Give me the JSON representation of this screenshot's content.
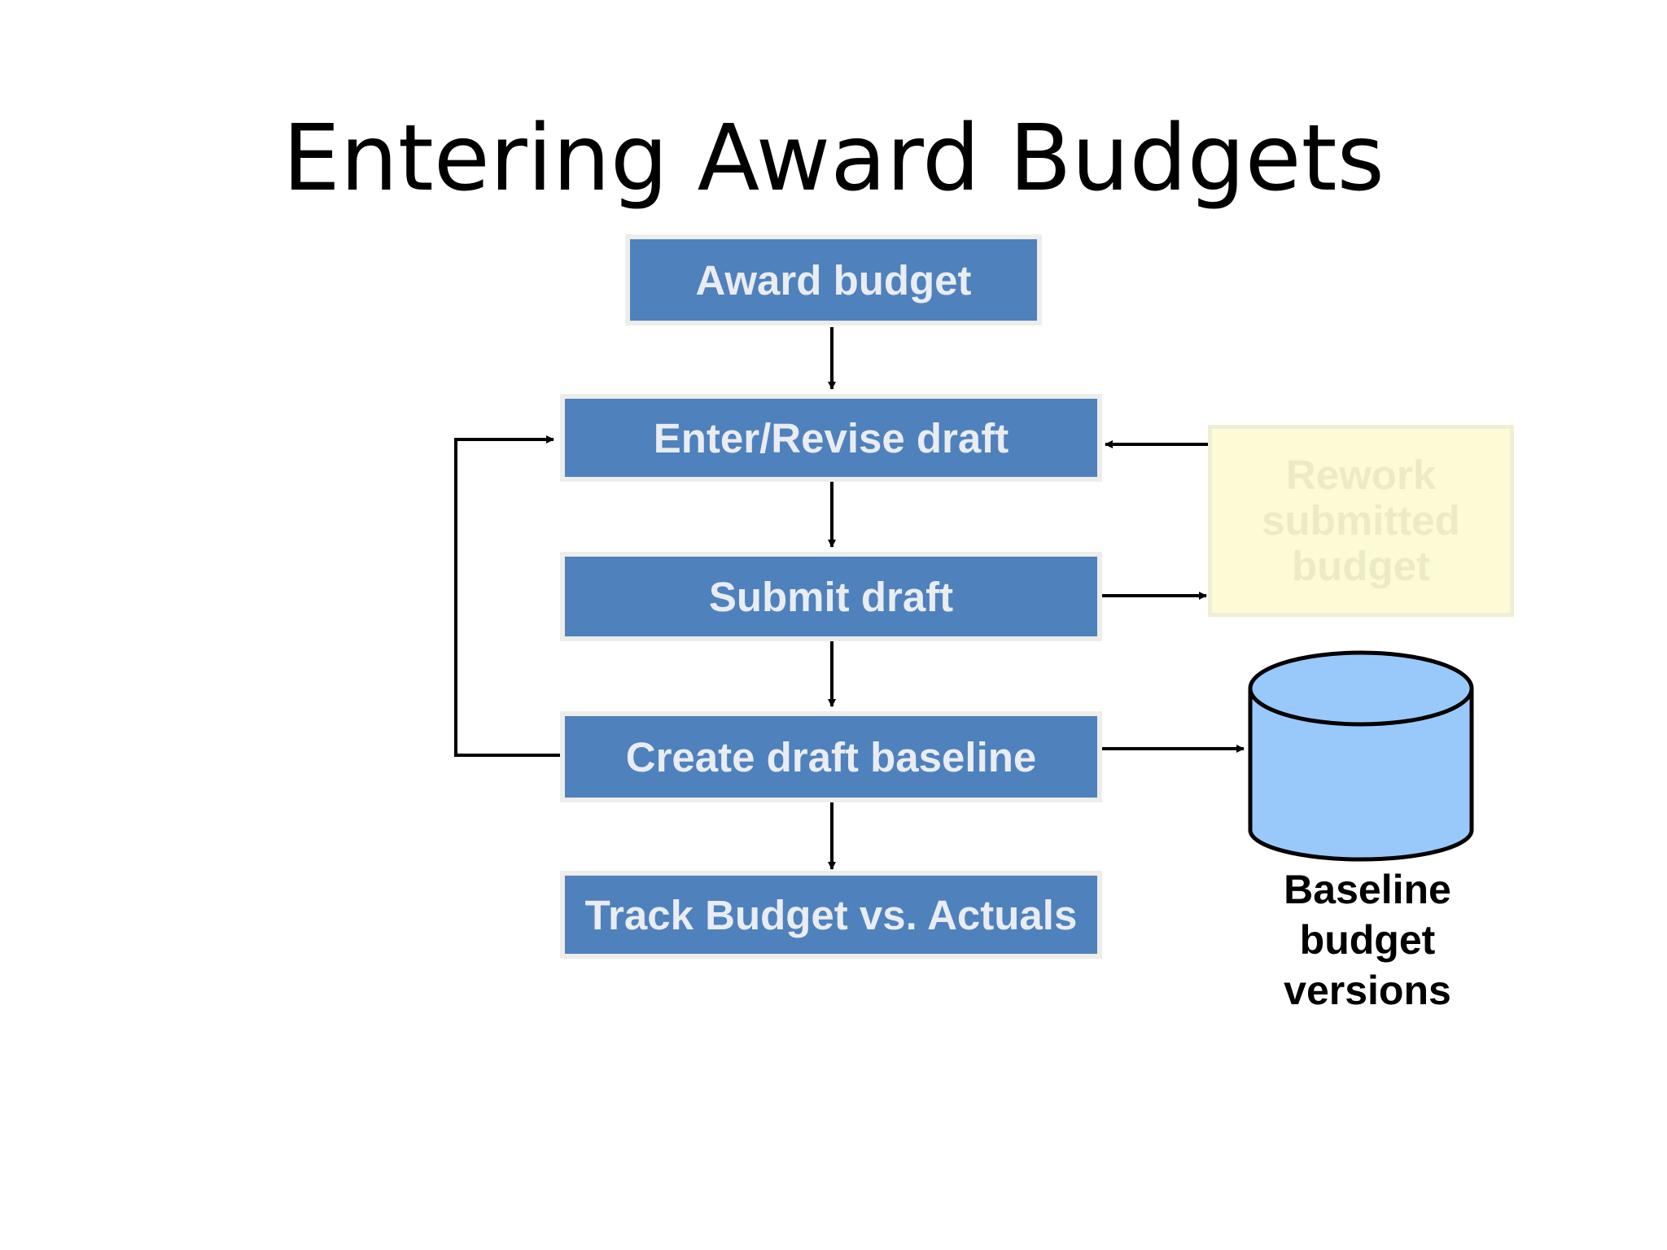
{
  "title": "Entering Award Budgets",
  "nodes": {
    "award_budget": "Award budget",
    "enter_revise": "Enter/Revise draft",
    "submit_draft": "Submit draft",
    "create_baseline": "Create draft baseline",
    "track_budget": "Track Budget vs. Actuals",
    "rework": [
      "Rework",
      "submitted",
      "budget"
    ]
  },
  "database": {
    "label": [
      "Baseline",
      "budget",
      "versions"
    ]
  },
  "colors": {
    "box_fill": "#4f81bd",
    "box_text": "#e9ecf1",
    "rework_fill": "#fdfbd6",
    "db_fill": "#99c9fb"
  }
}
